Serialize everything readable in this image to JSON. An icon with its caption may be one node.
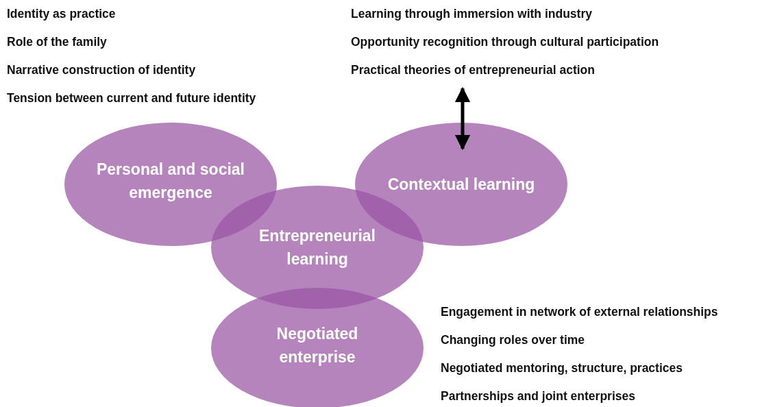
{
  "diagram": {
    "nodes": [
      {
        "text": [
          "Personal and social emergence"
        ]
      },
      {
        "text": [
          "Contextual learning"
        ]
      },
      {
        "text": [
          "Entrepreneurial learning"
        ]
      },
      {
        "text": [
          "Negotiated enterprise"
        ]
      },
      {
        "text": [
          "Learning through immersion with industry",
          "Opportunity recognition through cultural participation",
          "Practical theories of entrepreneurial action"
        ]
      }
    ],
    "edges": [
      {
        "from": 1,
        "to": 4,
        "arrow": "both"
      }
    ],
    "labels": [
      "Identity as practice",
      "Role of the family",
      "Narrative construction of identity",
      "Tension between current and future identity",
      "Engagement in network of external relationships",
      "Changing roles over time",
      "Negotiated mentoring, structure, practices",
      "Partnerships and joint enterprises"
    ]
  }
}
